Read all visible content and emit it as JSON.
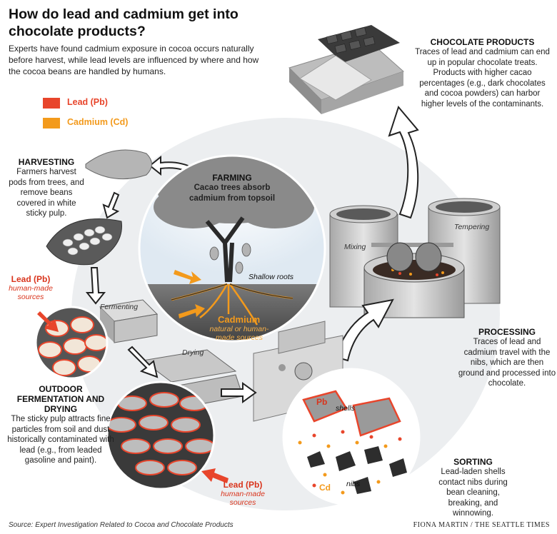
{
  "title": "How do lead and cadmium get into chocolate products?",
  "intro": "Experts have found cadmium exposure in cocoa occurs naturally before harvest, while lead levels are influenced by where and how the cocoa beans are handled by humans.",
  "legend": [
    {
      "label": "Lead (Pb)",
      "color": "#e8452b"
    },
    {
      "label": "Cadmium (Cd)",
      "color": "#f39a1c"
    }
  ],
  "farming": {
    "heading": "FARMING",
    "body": "Cacao trees absorb cadmium from topsoil",
    "roots_label": "Shallow roots",
    "cadmium_label": "Cadmium",
    "cadmium_sub": "natural or human-made sources"
  },
  "harvesting": {
    "heading": "HARVESTING",
    "body": "Farmers harvest pods from trees, and remove beans covered in white sticky pulp."
  },
  "lead_top": {
    "label": "Lead (Pb)",
    "sub": "human-made sources"
  },
  "fermenting_label": "Fermenting",
  "drying_label": "Drying",
  "outdoor": {
    "heading": "OUTDOOR FERMENTATION AND DRYING",
    "body": "The sticky pulp attracts fine particles from soil and dust historically contaminated with lead (e.g., from leaded gasoline and paint)."
  },
  "lead_bottom": {
    "label": "Lead (Pb)",
    "sub": "human-made sources"
  },
  "sorting": {
    "heading": "SORTING",
    "body": "Lead-laden shells contact nibs during bean cleaning, breaking, and winnowing.",
    "pb": "Pb",
    "shells": "shells",
    "cd": "Cd",
    "nibs": "nibs"
  },
  "processing": {
    "heading": "PROCESSING",
    "body": "Traces of lead and cadmium travel with the nibs, which are then ground and processed into chocolate.",
    "mixing": "Mixing",
    "tempering": "Tempering"
  },
  "products": {
    "heading": "CHOCOLATE PRODUCTS",
    "body": "Traces of lead and cadmium can end up in popular chocolate treats. Products with higher cacao percentages (e.g., dark chocolates and cocoa powders) can harbor higher levels of the contaminants."
  },
  "source": "Source: Expert Investigation Related to Cocoa and Chocolate Products",
  "credit": "FIONA MARTIN / THE SEATTLE TIMES"
}
